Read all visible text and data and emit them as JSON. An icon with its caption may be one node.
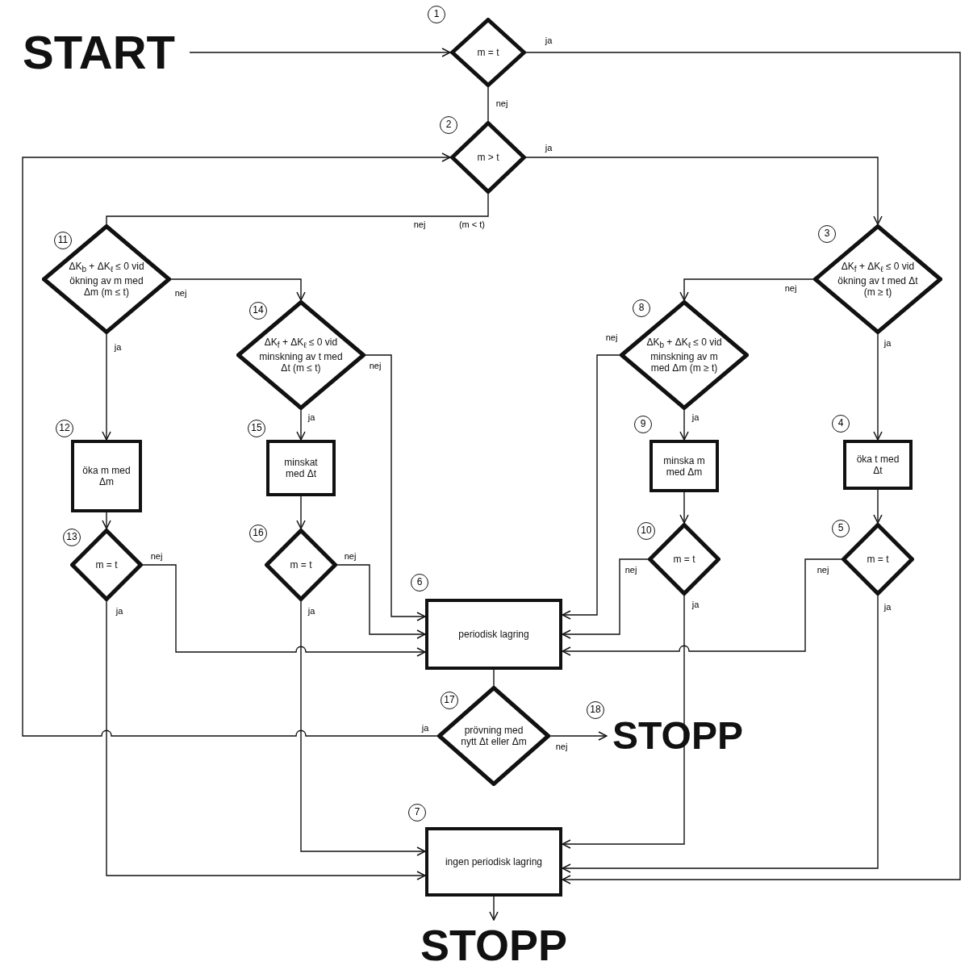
{
  "diagram": {
    "nodes": [
      {
        "text": [
          "START"
        ]
      },
      {
        "text": [
          "m = t"
        ],
        "beside": [
          "1"
        ]
      },
      {
        "text": [
          "m > t"
        ],
        "beside": [
          "2"
        ]
      },
      {
        "text": [
          "ΔK$_{f}$ + ΔK$_{ℓ}$ ≤ 0 vid ökning av t med Δt (m ≥ t)"
        ],
        "beside": [
          "3"
        ]
      },
      {
        "text": [
          "öka t med Δt"
        ],
        "beside": [
          "4"
        ]
      },
      {
        "text": [
          "m = t"
        ],
        "beside": [
          "5"
        ]
      },
      {
        "text": [
          "periodisk lagring"
        ],
        "beside": [
          "6"
        ]
      },
      {
        "text": [
          "ingen periodisk lagring"
        ],
        "beside": [
          "7"
        ]
      },
      {
        "text": [
          "ΔK$_{b}$ + ΔK$_{ℓ}$ ≤ 0 vid minskning av m med Δm (m ≥ t)"
        ],
        "beside": [
          "8"
        ]
      },
      {
        "text": [
          "minska m med Δm"
        ],
        "beside": [
          "9"
        ]
      },
      {
        "text": [
          "m = t"
        ],
        "beside": [
          "10"
        ]
      },
      {
        "text": [
          "ΔK$_{b}$ + ΔK$_{ℓ}$ ≤ 0 vid ökning av m med Δm (m ≤ t)"
        ],
        "beside": [
          "11"
        ]
      },
      {
        "text": [
          "öka m med Δm"
        ],
        "beside": [
          "12"
        ]
      },
      {
        "text": [
          "m = t"
        ],
        "beside": [
          "13"
        ]
      },
      {
        "text": [
          "ΔK$_{f}$ + ΔK$_{ℓ}$ ≤ 0 vid minskning av t med Δt (m ≤ t)"
        ],
        "beside": [
          "14"
        ]
      },
      {
        "text": [
          "minskat med Δt"
        ],
        "beside": [
          "15"
        ]
      },
      {
        "text": [
          "m = t"
        ],
        "beside": [
          "16"
        ]
      },
      {
        "text": [
          "prövning med nytt Δt eller Δm"
        ],
        "beside": [
          "17"
        ]
      },
      {
        "text": [
          "STOPP"
        ],
        "beside": [
          "18"
        ]
      },
      {
        "text": [
          "STOPP"
        ]
      }
    ],
    "edges": [
      {
        "from": 0,
        "to": 1,
        "arrow": "to"
      },
      {
        "from": 1,
        "to": 7,
        "arrow": "to",
        "label": "ja"
      },
      {
        "from": 1,
        "to": 2,
        "arrow": "none",
        "label": "nej"
      },
      {
        "from": 2,
        "to": 3,
        "arrow": "to",
        "label": "ja"
      },
      {
        "from": 2,
        "to": 11,
        "arrow": "none",
        "label": "nej"
      },
      {
        "from": 17,
        "to": 2,
        "arrow": "to",
        "label": "ja"
      },
      {
        "from": 3,
        "to": 8,
        "arrow": "to",
        "label": "nej"
      },
      {
        "from": 3,
        "to": 4,
        "arrow": "to",
        "label": "ja"
      },
      {
        "from": 4,
        "to": 5,
        "arrow": "to"
      },
      {
        "from": 5,
        "to": 6,
        "arrow": "to",
        "label": "nej"
      },
      {
        "from": 5,
        "to": 7,
        "arrow": "to",
        "label": "ja"
      },
      {
        "from": 8,
        "to": 6,
        "arrow": "to",
        "label": "nej"
      },
      {
        "from": 8,
        "to": 9,
        "arrow": "to",
        "label": "ja"
      },
      {
        "from": 9,
        "to": 10,
        "arrow": "to"
      },
      {
        "from": 10,
        "to": 6,
        "arrow": "to",
        "label": "nej"
      },
      {
        "from": 10,
        "to": 7,
        "arrow": "to",
        "label": "ja"
      },
      {
        "from": 11,
        "to": 14,
        "arrow": "to",
        "label": "nej"
      },
      {
        "from": 11,
        "to": 12,
        "arrow": "to",
        "label": "ja"
      },
      {
        "from": 12,
        "to": 13,
        "arrow": "to"
      },
      {
        "from": 13,
        "to": 6,
        "arrow": "to",
        "label": "nej"
      },
      {
        "from": 13,
        "to": 7,
        "arrow": "to",
        "label": "ja"
      },
      {
        "from": 14,
        "to": 6,
        "arrow": "to",
        "label": "nej"
      },
      {
        "from": 14,
        "to": 15,
        "arrow": "to",
        "label": "ja"
      },
      {
        "from": 15,
        "to": 16,
        "arrow": "to"
      },
      {
        "from": 16,
        "to": 6,
        "arrow": "to",
        "label": "nej"
      },
      {
        "from": 16,
        "to": 7,
        "arrow": "to",
        "label": "ja"
      },
      {
        "from": 6,
        "to": 17,
        "arrow": "none"
      },
      {
        "from": 17,
        "to": 18,
        "arrow": "to",
        "label": "nej"
      },
      {
        "from": 7,
        "to": 19,
        "arrow": "to"
      }
    ],
    "labels": [
      "(m < t)"
    ]
  }
}
